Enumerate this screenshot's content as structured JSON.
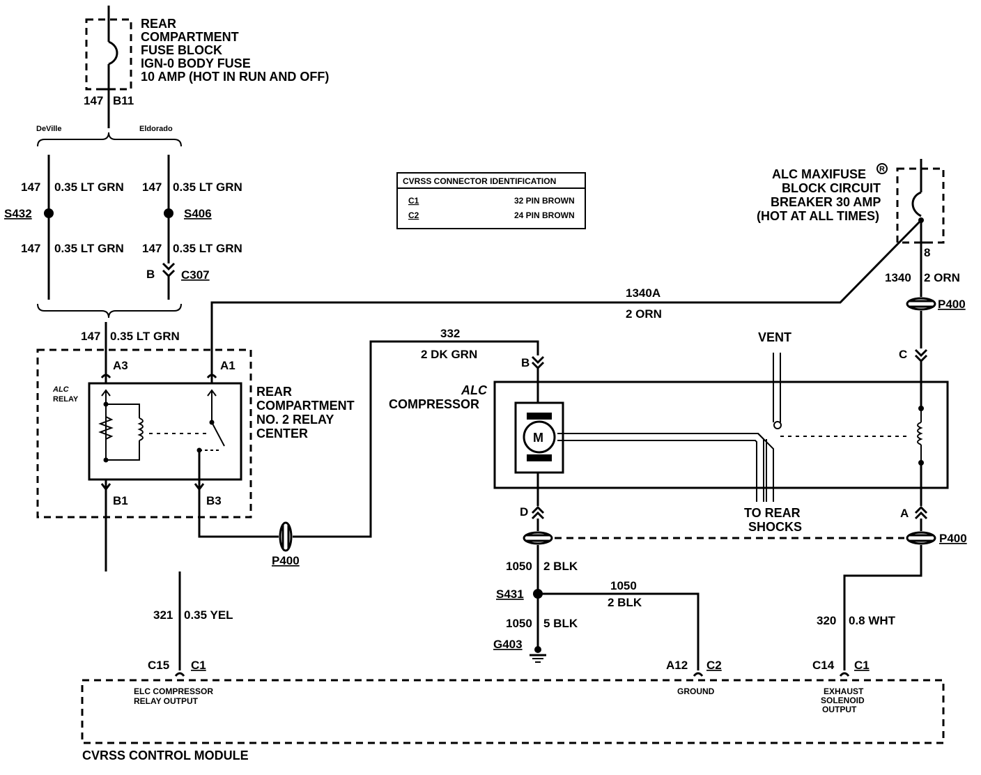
{
  "fuse_block": {
    "line1": "REAR",
    "line2": "COMPARTMENT",
    "line3": "FUSE BLOCK",
    "line4": "IGN-0 BODY FUSE",
    "line5": "10 AMP (HOT IN RUN AND OFF)",
    "circuit": "147",
    "terminal": "B11"
  },
  "variants": {
    "left": "DeVille",
    "right": "Eldorado"
  },
  "wires": {
    "w147_s432_top": {
      "circuit": "147",
      "gauge": "0.35 LT GRN"
    },
    "w147_s406_top": {
      "circuit": "147",
      "gauge": "0.35 LT GRN"
    },
    "w147_s432_bot": {
      "circuit": "147",
      "gauge": "0.35 LT GRN"
    },
    "w147_s406_bot": {
      "circuit": "147",
      "gauge": "0.35 LT GRN"
    },
    "w147_relay": {
      "circuit": "147",
      "gauge": "0.35 LT GRN"
    },
    "w1340a": {
      "circuit": "1340A",
      "gauge": "2 ORN"
    },
    "w1340": {
      "circuit": "1340",
      "gauge": "2 ORN"
    },
    "w332": {
      "circuit": "332",
      "gauge": "2 DK GRN"
    },
    "w1050_a": {
      "circuit": "1050",
      "gauge": "2 BLK"
    },
    "w1050_b": {
      "circuit": "1050",
      "gauge": "2 BLK"
    },
    "w1050_c": {
      "circuit": "1050",
      "gauge": "5 BLK"
    },
    "w321": {
      "circuit": "321",
      "gauge": "0.35 YEL"
    },
    "w320": {
      "circuit": "320",
      "gauge": "0.8 WHT"
    }
  },
  "splices": {
    "s432": "S432",
    "s406": "S406",
    "s431": "S431"
  },
  "connectors": {
    "c307": "C307",
    "c307_pin": "B",
    "p400_left": "P400",
    "p400_top": "P400",
    "p400_right": "P400",
    "maxi_pin": "8",
    "comp_pin_b": "B",
    "comp_pin_d": "D",
    "p400_pin_c": "C",
    "p400_pin_a": "A"
  },
  "ground": "G403",
  "relay": {
    "label_line1": "ALC",
    "label_line2": "RELAY",
    "pin_a3": "A3",
    "pin_a1": "A1",
    "pin_b1": "B1",
    "pin_b3": "B3",
    "center_line1": "REAR",
    "center_line2": "COMPARTMENT",
    "center_line3": "NO. 2 RELAY",
    "center_line4": "CENTER"
  },
  "connector_id_table": {
    "title": "CVRSS CONNECTOR IDENTIFICATION",
    "rows": [
      {
        "id": "C1",
        "desc": "32 PIN BROWN"
      },
      {
        "id": "C2",
        "desc": "24 PIN BROWN"
      }
    ]
  },
  "maxifuse": {
    "line1": "ALC MAXIFUSE",
    "reg": "R",
    "line2": "BLOCK CIRCUIT",
    "line3": "BREAKER 30 AMP",
    "line4": "(HOT AT ALL TIMES)"
  },
  "compressor": {
    "line1": "ALC",
    "line2": "COMPRESSOR",
    "motor": "M",
    "vent": "VENT",
    "shocks_line1": "TO REAR",
    "shocks_line2": "SHOCKS"
  },
  "module": {
    "name": "CVRSS CONTROL MODULE",
    "pin_c15": "C15",
    "pin_c15_conn": "C1",
    "pin_c15_desc1": "ELC COMPRESSOR",
    "pin_c15_desc2": "RELAY OUTPUT",
    "pin_a12": "A12",
    "pin_a12_conn": "C2",
    "pin_a12_desc": "GROUND",
    "pin_c14": "C14",
    "pin_c14_conn": "C1",
    "pin_c14_desc1": "EXHAUST",
    "pin_c14_desc2": "SOLENOID",
    "pin_c14_desc3": "OUTPUT"
  }
}
